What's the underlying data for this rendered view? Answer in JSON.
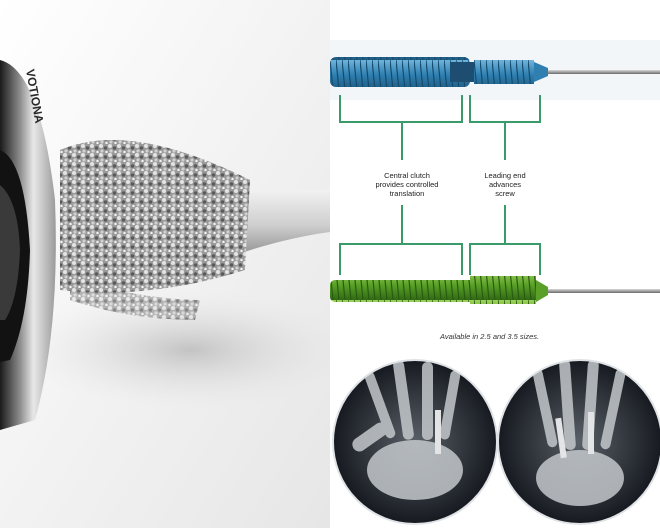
{
  "photo": {
    "engraving": "VOTIONA"
  },
  "diagram": {
    "callout_clutch": "Central clutch provides controlled translation",
    "callout_clutch_lines": [
      "Central clutch",
      "provides controlled",
      "translation"
    ],
    "callout_leading": "Leading end advances screw",
    "callout_leading_lines": [
      "Leading end",
      "advances",
      "screw"
    ],
    "availability": "Available in 2.5 and 3.5 sizes."
  },
  "colors": {
    "bracket_green": "#3a9a6a",
    "screw_blue": "#3a8ab8",
    "screw_green": "#5aa028",
    "xray_dark": "#1a1e24"
  }
}
